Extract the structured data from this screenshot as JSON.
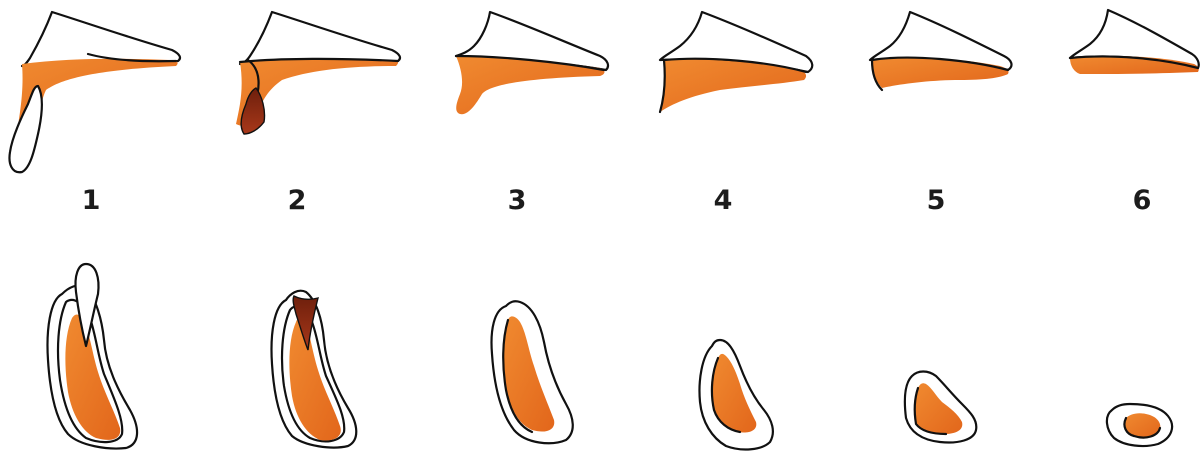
{
  "stages": [
    {
      "id": 1,
      "label": "1"
    },
    {
      "id": 2,
      "label": "2"
    },
    {
      "id": 3,
      "label": "3"
    },
    {
      "id": 4,
      "label": "4"
    },
    {
      "id": 5,
      "label": "5"
    },
    {
      "id": 6,
      "label": "6"
    }
  ],
  "colors": {
    "fill_main": "#e8701f",
    "fill_light": "#f08a30",
    "fill_dark": "#8a2a12",
    "outline": "#111111",
    "background": "#ffffff",
    "label": "#1c1c1c"
  }
}
